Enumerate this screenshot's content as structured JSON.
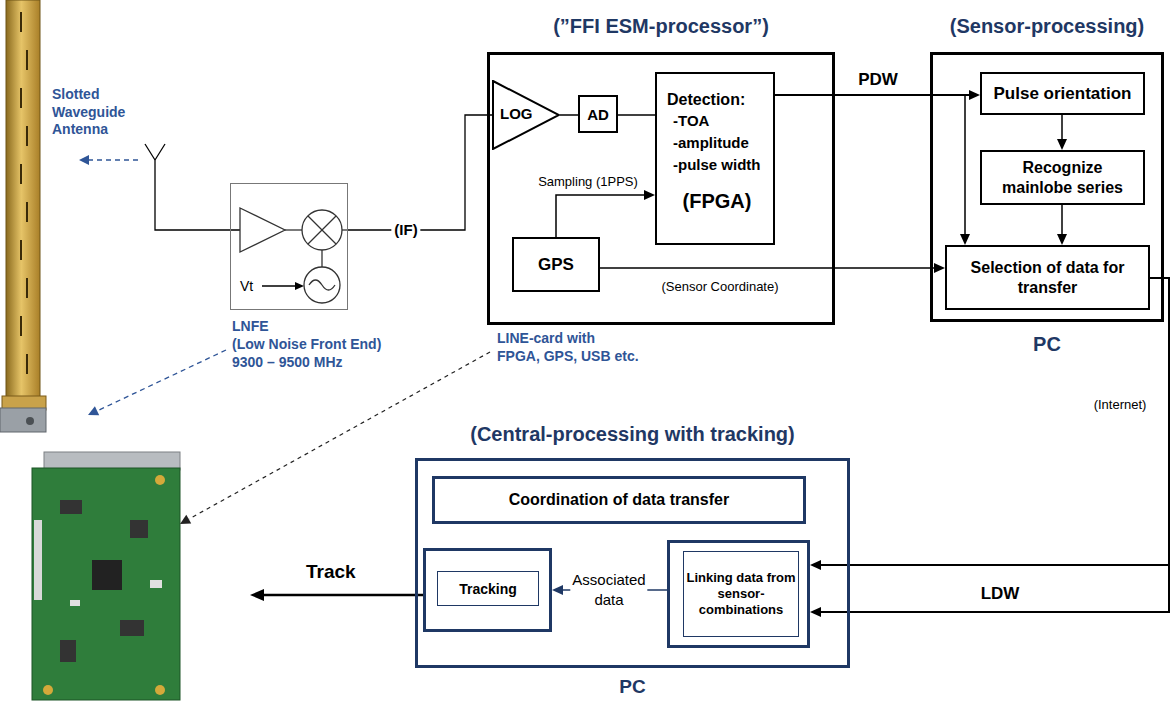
{
  "diagram": {
    "nodes": [
      {
        "text": [
          "Vt"
        ]
      },
      {
        "text": [
          "(”FFI ESM-processor”)"
        ]
      },
      {
        "text": [
          "LOG"
        ],
        "in": 1
      },
      {
        "text": [
          "AD"
        ],
        "in": 1
      },
      {
        "text": [
          "Detection:",
          "-TOA",
          "-amplitude",
          "-pulse width",
          "(FPGA)"
        ],
        "in": 1
      },
      {
        "text": [
          "GPS"
        ],
        "in": 1
      },
      {
        "text": [
          "(Sensor-processing)",
          "PC"
        ]
      },
      {
        "text": [
          "Pulse orientation"
        ],
        "in": 6
      },
      {
        "text": [
          "Recognize mainlobe series"
        ],
        "in": 6
      },
      {
        "text": [
          "Selection of data for transfer"
        ],
        "in": 6
      },
      {
        "text": [
          "(Central-processing with tracking)",
          "PC"
        ]
      },
      {
        "text": [
          "Coordination of data transfer"
        ],
        "in": 10
      },
      {
        "text": [
          "Tracking"
        ],
        "in": 10
      },
      {
        "text": [
          "Linking data from sensor-combinations"
        ],
        "in": 10
      }
    ],
    "edges": [
      {
        "from": 0,
        "to": 2,
        "label": "(IF)",
        "arrow": "none"
      },
      {
        "from": 2,
        "to": 3,
        "arrow": "none"
      },
      {
        "from": 3,
        "to": 4,
        "arrow": "none"
      },
      {
        "from": 5,
        "to": 4,
        "label": "Sampling (1PPS)",
        "arrow": "to"
      },
      {
        "from": 4,
        "to": 7,
        "label": "PDW",
        "arrow": "to"
      },
      {
        "from": 4,
        "to": 9,
        "arrow": "to"
      },
      {
        "from": 7,
        "to": 8,
        "arrow": "to"
      },
      {
        "from": 8,
        "to": 9,
        "arrow": "to"
      },
      {
        "from": 5,
        "to": 9,
        "label": "(Sensor Coordinate)",
        "arrow": "to"
      },
      {
        "from": 9,
        "to": 13,
        "label": "(Internet)",
        "arrow": "to"
      },
      {
        "from": 9,
        "to": 13,
        "label": "LDW",
        "arrow": "to"
      },
      {
        "from": 13,
        "to": 12,
        "label": "Associated data",
        "arrow": "to"
      }
    ],
    "labels": [
      "Slotted Waveguide Antenna",
      "LNFE",
      "(Low Noise Front End)",
      "9300 – 9500 MHz",
      "LINE-card with",
      "FPGA, GPS, USB etc.",
      "Track"
    ]
  }
}
